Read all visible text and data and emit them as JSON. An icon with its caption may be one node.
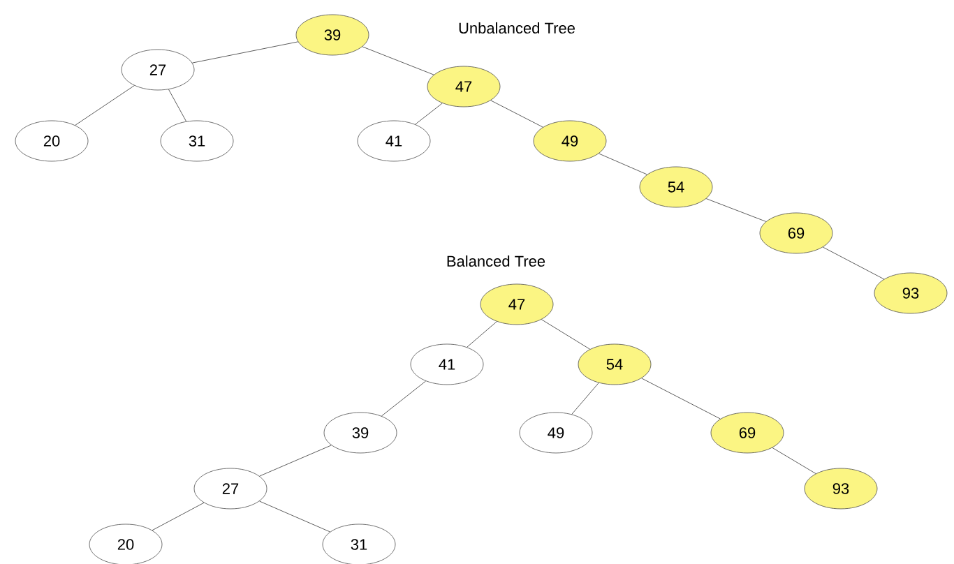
{
  "diagram": {
    "nodes": [
      {
        "text": [
          "39"
        ]
      },
      {
        "text": [
          "27"
        ]
      },
      {
        "text": [
          "47"
        ]
      },
      {
        "text": [
          "20"
        ]
      },
      {
        "text": [
          "31"
        ]
      },
      {
        "text": [
          "41"
        ]
      },
      {
        "text": [
          "49"
        ]
      },
      {
        "text": [
          "54"
        ]
      },
      {
        "text": [
          "69"
        ]
      },
      {
        "text": [
          "93"
        ]
      },
      {
        "text": [
          "47"
        ]
      },
      {
        "text": [
          "41"
        ]
      },
      {
        "text": [
          "54"
        ]
      },
      {
        "text": [
          "39"
        ]
      },
      {
        "text": [
          "49"
        ]
      },
      {
        "text": [
          "69"
        ]
      },
      {
        "text": [
          "27"
        ]
      },
      {
        "text": [
          "93"
        ]
      },
      {
        "text": [
          "20"
        ]
      },
      {
        "text": [
          "31"
        ]
      }
    ],
    "edges": [
      {
        "from": 0,
        "to": 1,
        "arrow": "none"
      },
      {
        "from": 0,
        "to": 2,
        "arrow": "none"
      },
      {
        "from": 1,
        "to": 3,
        "arrow": "none"
      },
      {
        "from": 1,
        "to": 4,
        "arrow": "none"
      },
      {
        "from": 2,
        "to": 5,
        "arrow": "none"
      },
      {
        "from": 2,
        "to": 6,
        "arrow": "none"
      },
      {
        "from": 6,
        "to": 7,
        "arrow": "none"
      },
      {
        "from": 7,
        "to": 8,
        "arrow": "none"
      },
      {
        "from": 8,
        "to": 9,
        "arrow": "none"
      },
      {
        "from": 10,
        "to": 11,
        "arrow": "none"
      },
      {
        "from": 10,
        "to": 12,
        "arrow": "none"
      },
      {
        "from": 11,
        "to": 13,
        "arrow": "none"
      },
      {
        "from": 12,
        "to": 14,
        "arrow": "none"
      },
      {
        "from": 12,
        "to": 15,
        "arrow": "none"
      },
      {
        "from": 13,
        "to": 16,
        "arrow": "none"
      },
      {
        "from": 15,
        "to": 17,
        "arrow": "none"
      },
      {
        "from": 16,
        "to": 18,
        "arrow": "none"
      },
      {
        "from": 16,
        "to": 19,
        "arrow": "none"
      }
    ],
    "labels": [
      "Unbalanced Tree",
      "Balanced Tree"
    ]
  }
}
